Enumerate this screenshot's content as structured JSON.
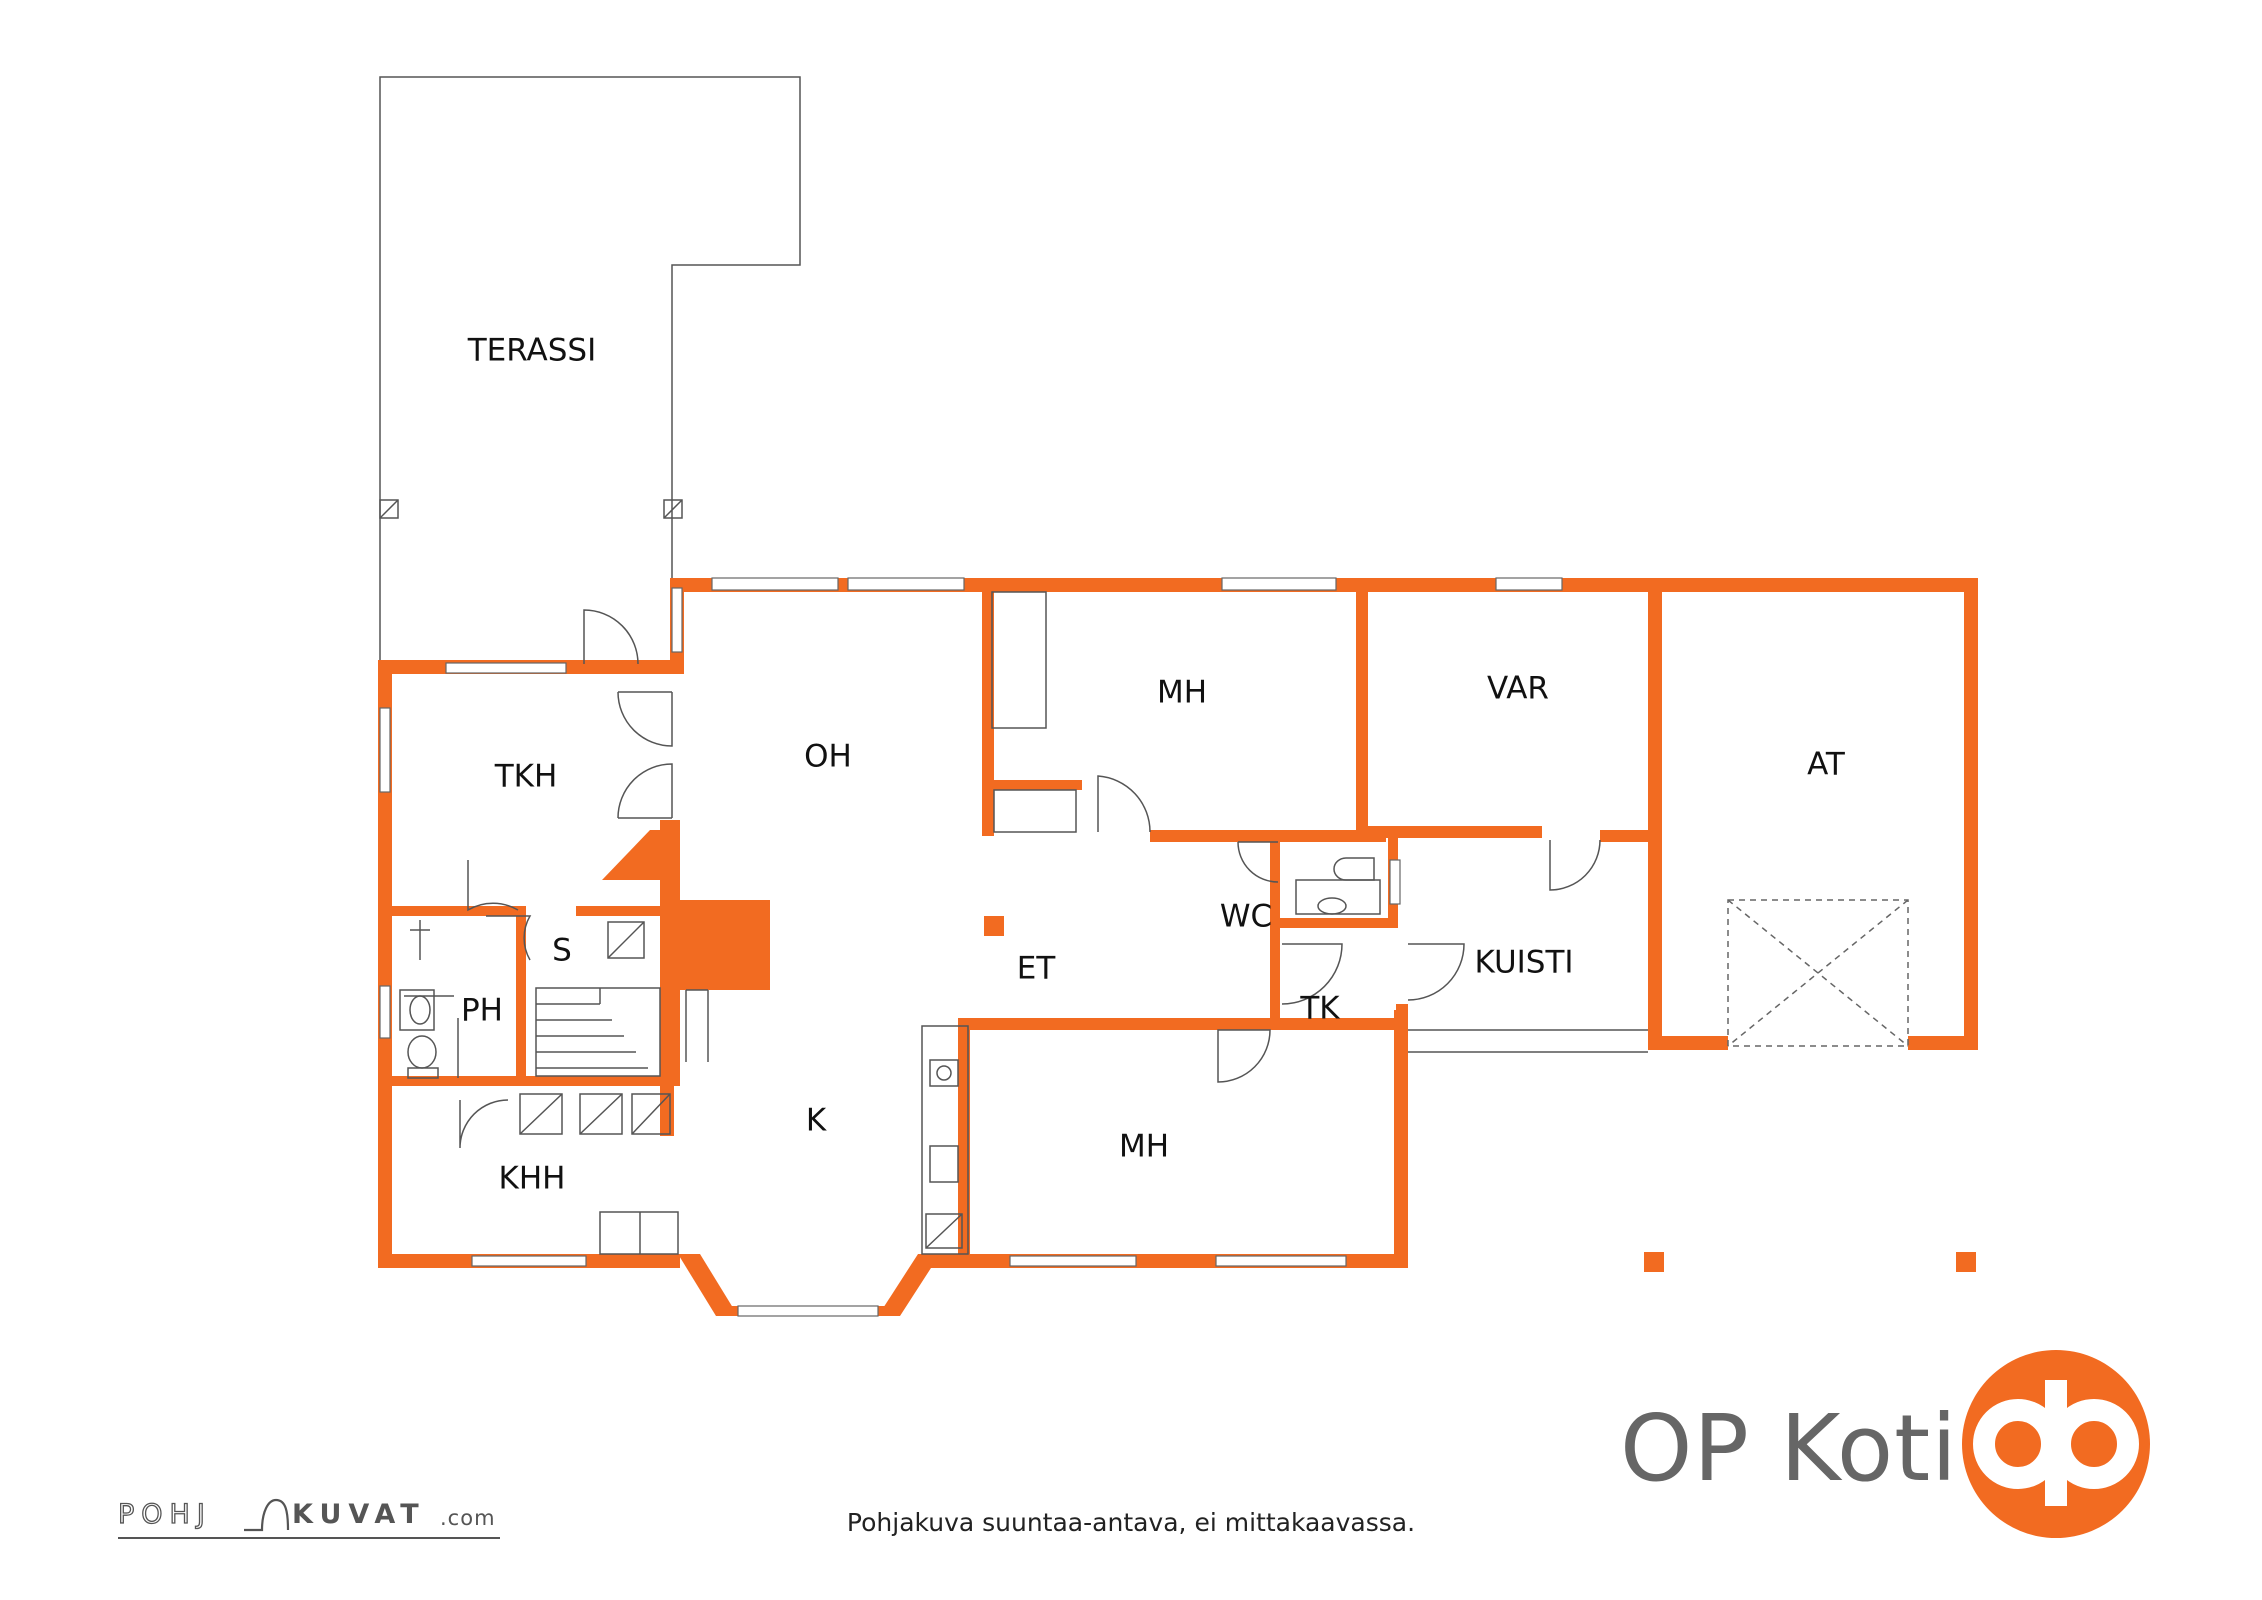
{
  "rooms": {
    "terassi": "TERASSI",
    "tkh": "TKH",
    "oh": "OH",
    "mh_top": "MH",
    "var": "VAR",
    "at": "AT",
    "wc": "WC",
    "s": "S",
    "et": "ET",
    "kuisti": "KUISTI",
    "ph": "PH",
    "tk": "TK",
    "k": "K",
    "mh_bottom": "MH",
    "khh": "KHH"
  },
  "footer": {
    "disclaimer": "Pohjakuva suuntaa-antava, ei mittakaavassa.",
    "pohjakuvat_left": "POHJ",
    "pohjakuvat_right": "KUVAT",
    "pohjakuvat_domain": ".com"
  },
  "brand": {
    "name": "OP Koti",
    "logo": "op-logo-icon"
  },
  "colors": {
    "walls": "#F26B21",
    "brand_text": "#666666",
    "logo": "#F26B21"
  }
}
